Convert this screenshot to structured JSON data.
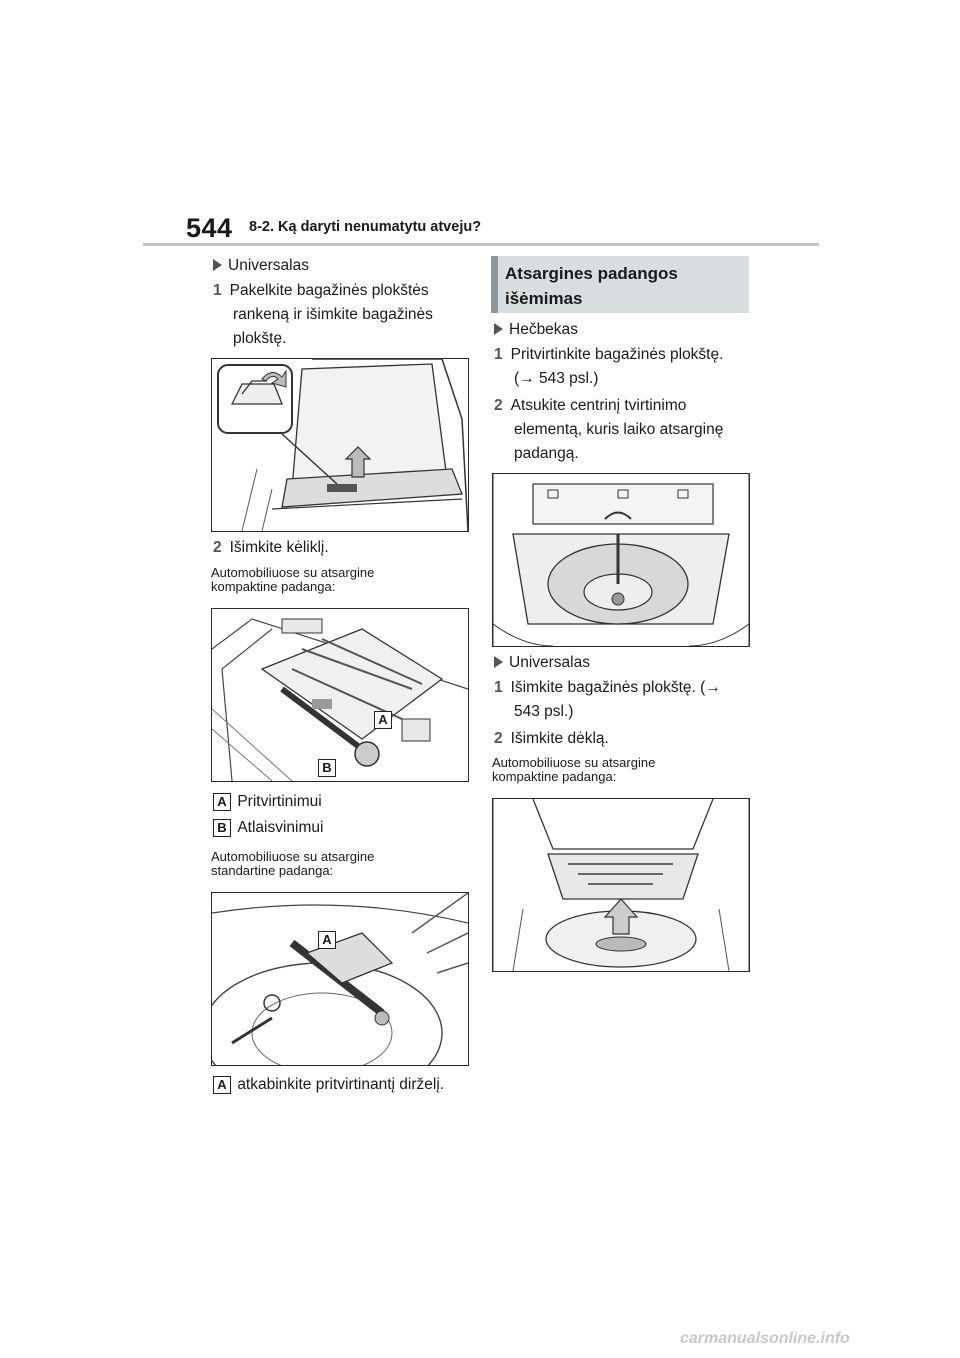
{
  "header": {
    "page_number": "544",
    "section": "8-2. Ką daryti nenumatytu atveju?"
  },
  "left": {
    "universal_heading": "Universalas",
    "step1": {
      "num": "1",
      "lines": [
        "Pakelkite bagažinės plokštės",
        "rankeną ir išimkite bagažinės",
        "plokštę."
      ]
    },
    "step2": {
      "num": "2",
      "text": "Išimkite kėliklį."
    },
    "compact_note": [
      "Automobiliuose su atsargine",
      "kompaktine padanga:"
    ],
    "labels": {
      "a_text": "Pritvirtinimui",
      "b_text": "Atlaisvinimui",
      "a": "A",
      "b": "B"
    },
    "standard_note": [
      "Automobiliuose su atsargine",
      "standartine padanga:"
    ],
    "final_text": "atkabinkite pritvirtinantį dirželį."
  },
  "right": {
    "box_title": [
      "Atsargines padangos",
      "išėmimas"
    ],
    "hatchback_heading": "Hečbekas",
    "step1": {
      "num": "1",
      "lines": [
        "Pritvirtinkite bagažinės plokštę.",
        "(→ 543 psl.)"
      ]
    },
    "step2": {
      "num": "2",
      "lines": [
        "Atsukite centrinį tvirtinimo",
        "elementą, kuris laiko atsarginę",
        "padangą."
      ]
    },
    "universal_heading": "Universalas",
    "ustep1": {
      "num": "1",
      "lines": [
        "Išimkite bagažinės plokštę. (→",
        "543 psl.)"
      ]
    },
    "ustep2": {
      "num": "2",
      "text": "Išimkite dėklą."
    },
    "compact_note": [
      "Automobiliuose su atsargine",
      "kompaktine padanga:"
    ]
  },
  "footer": "carmanualsonline.info",
  "colors": {
    "header_rule": "#b9c4c8",
    "box_bg": "#d9dee0",
    "box_bar": "#8a979d",
    "step_num": "#555555"
  },
  "icons": [
    "right-triangle-bullet-icon",
    "up-arrow-icon",
    "rotate-arrow-icon"
  ]
}
